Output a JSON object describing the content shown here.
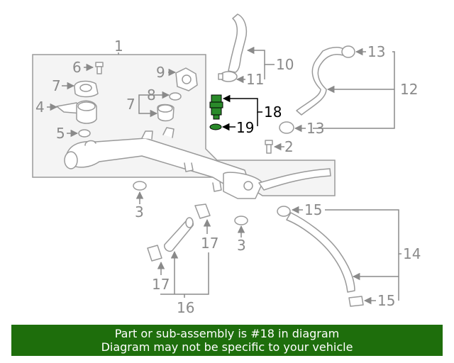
{
  "labels": {
    "l1": "1",
    "l2": "2",
    "l3a": "3",
    "l3b": "3",
    "l4": "4",
    "l5": "5",
    "l6": "6",
    "l7a": "7",
    "l7b": "7",
    "l8": "8",
    "l9": "9",
    "l10": "10",
    "l11": "11",
    "l12": "12",
    "l13a": "13",
    "l13b": "13",
    "l14": "14",
    "l15a": "15",
    "l15b": "15",
    "l16": "16",
    "l17a": "17",
    "l17b": "17",
    "l18": "18",
    "l19": "19"
  },
  "highlight_color": "#000000",
  "banner": {
    "line1": "Part or sub-assembly is #18 in diagram",
    "line2": "Diagram may not be specific to your vehicle",
    "background": "#1e6e0c"
  }
}
